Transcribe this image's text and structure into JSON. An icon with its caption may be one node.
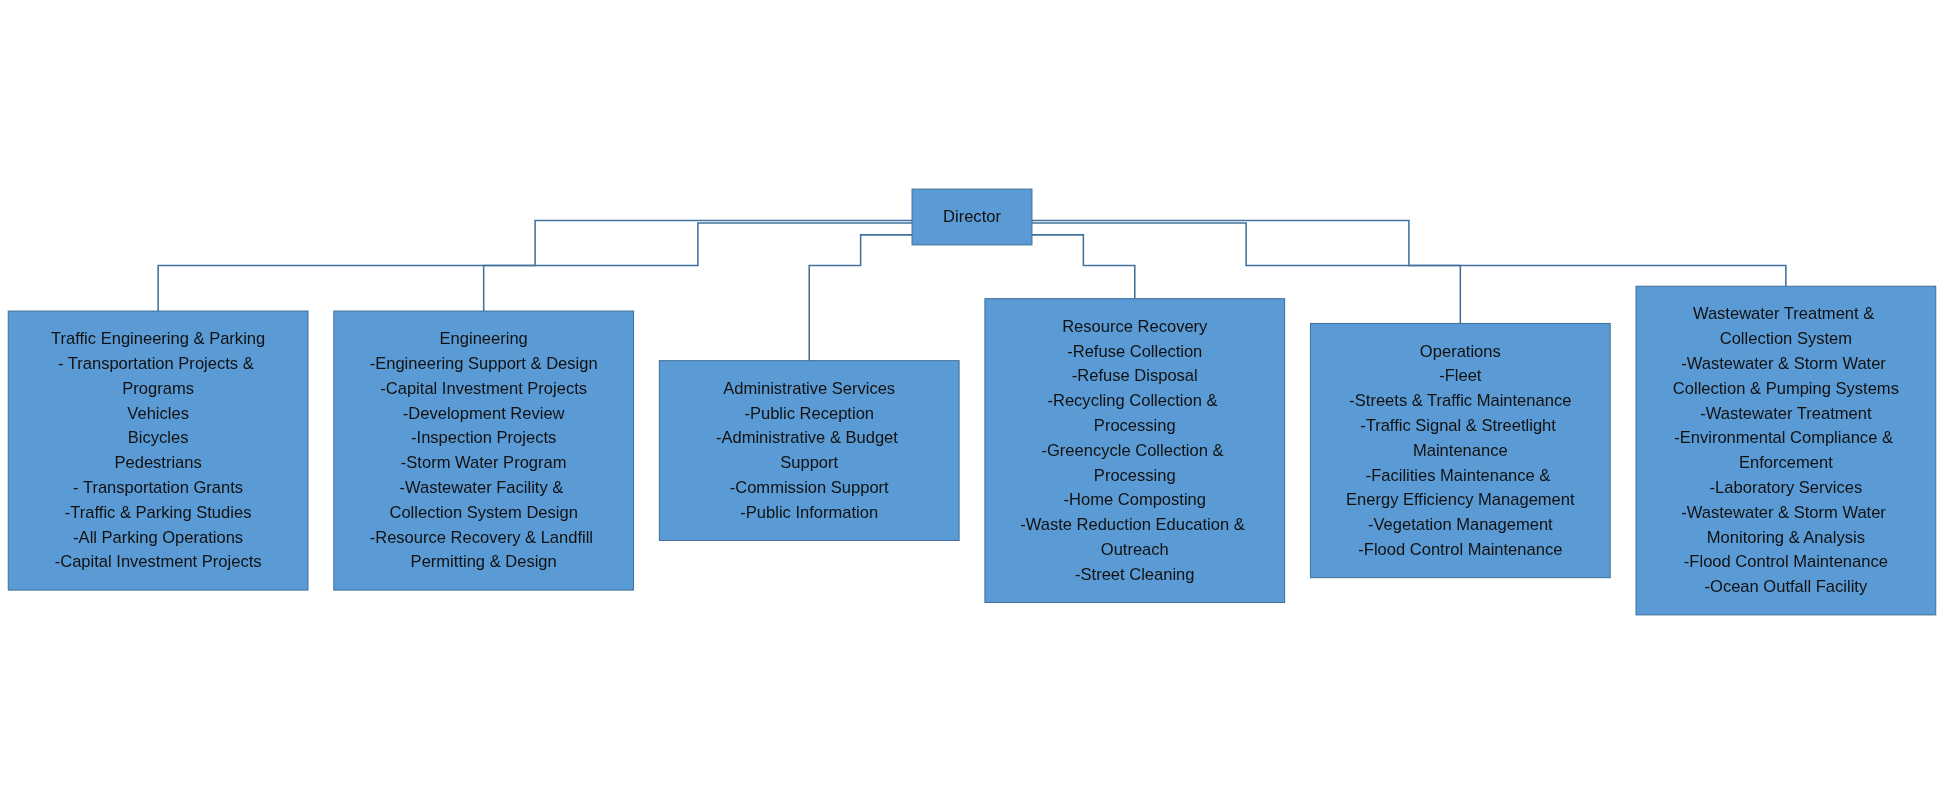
{
  "diagram": {
    "nodes": [
      {
        "text": [
          "Director"
        ]
      },
      {
        "text": [
          "Traffic Engineering & Parking",
          "- Transportation Projects & Programs",
          "Vehicles",
          "Bicycles",
          "Pedestrians",
          "- Transportation Grants",
          "-Traffic & Parking Studies",
          "-All Parking Operations",
          "-Capital Investment Projects"
        ]
      },
      {
        "text": [
          "Engineering",
          "-Engineering Support & Design",
          "-Capital Investment Projects",
          "-Development Review",
          "-Inspection Projects",
          "-Storm Water Program",
          "-Wastewater Facility & Collection System Design",
          "-Resource Recovery & Landfill Permitting & Design"
        ]
      },
      {
        "text": [
          "Administrative Services",
          "-Public Reception",
          "-Administrative & Budget Support",
          "-Commission Support",
          "-Public Information"
        ]
      },
      {
        "text": [
          "Resource Recovery",
          "-Refuse Collection",
          "-Refuse Disposal",
          "-Recycling Collection & Processing",
          "-Greencycle Collection & Processing",
          "-Home Composting",
          "-Waste Reduction Education & Outreach",
          "-Street Cleaning"
        ]
      },
      {
        "text": [
          "Operations",
          "-Fleet",
          "-Streets & Traffic Maintenance",
          "-Traffic Signal & Streetlight Maintenance",
          "-Facilities Maintenance & Energy Efficiency Management",
          "-Vegetation Management",
          "-Flood Control Maintenance"
        ]
      },
      {
        "text": [
          "Wastewater Treatment & Collection System",
          "-Wastewater & Storm Water Collection & Pumping Systems",
          "-Wastewater Treatment",
          "-Environmental Compliance & Enforcement",
          "-Laboratory Services",
          "-Wastewater & Storm Water Monitoring & Analysis",
          "-Flood Control Maintenance",
          "-Ocean Outfall Facility"
        ]
      }
    ],
    "edges": [
      {
        "from": 0,
        "to": 1,
        "arrow": "none"
      },
      {
        "from": 0,
        "to": 2,
        "arrow": "none"
      },
      {
        "from": 0,
        "to": 3,
        "arrow": "none"
      },
      {
        "from": 0,
        "to": 4,
        "arrow": "none"
      },
      {
        "from": 0,
        "to": 5,
        "arrow": "none"
      },
      {
        "from": 0,
        "to": 6,
        "arrow": "none"
      }
    ]
  }
}
